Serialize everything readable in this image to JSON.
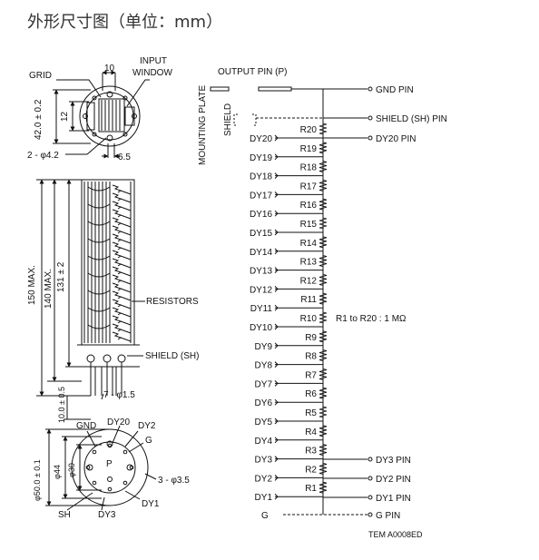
{
  "title": "外形尺寸图（单位：mm）",
  "top_view": {
    "grid": "GRID",
    "input_window_1": "INPUT",
    "input_window_2": "WINDOW",
    "dim_10": "10",
    "dim_42": "42.0 ± 0.2",
    "dim_12": "12",
    "dim_hole": "2 - φ4.2",
    "dim_65": "6.5"
  },
  "side_view": {
    "dim_150": "150 MAX.",
    "dim_140": "140 MAX.",
    "dim_131": "131 ± 2",
    "resistors": "RESISTORS",
    "shield": "SHIELD (SH)",
    "dim_pins": "7 - φ1.5",
    "dim_10b": "10.0 ± 0.5"
  },
  "bottom_view": {
    "gnd": "GND",
    "dy20": "DY20",
    "dy2": "DY2",
    "g": "G",
    "p": "P",
    "dim_50": "φ50.0 ± 0.1",
    "dim_44": "φ44",
    "dim_30": "φ30",
    "dim_35": "3 - φ3.5",
    "sh": "SH",
    "dy3": "DY3",
    "dy1": "DY1"
  },
  "circuit": {
    "output_pin": "OUTPUT PIN (P)",
    "mounting_plate": "MOUNTING PLATE",
    "shield": "SHIELD",
    "gnd_pin": "GND PIN",
    "shield_pin": "SHIELD (SH) PIN",
    "dy20_pin": "DY20 PIN",
    "dy3_pin": "DY3 PIN",
    "dy2_pin": "DY2 PIN",
    "dy1_pin": "DY1 PIN",
    "g_pin": "G PIN",
    "g_label": "G",
    "resistor_note": "R1 to R20 : 1 MΩ",
    "code": "TEM A0008ED",
    "dynodes": [
      "DY20",
      "DY19",
      "DY18",
      "DY17",
      "DY16",
      "DY15",
      "DY14",
      "DY13",
      "DY12",
      "DY11",
      "DY10",
      "DY9",
      "DY8",
      "DY7",
      "DY6",
      "DY5",
      "DY4",
      "DY3",
      "DY2",
      "DY1"
    ],
    "resistors": [
      "R20",
      "R19",
      "R18",
      "R17",
      "R16",
      "R15",
      "R14",
      "R13",
      "R12",
      "R11",
      "R10",
      "R9",
      "R8",
      "R7",
      "R6",
      "R5",
      "R4",
      "R3",
      "R2",
      "R1"
    ]
  }
}
